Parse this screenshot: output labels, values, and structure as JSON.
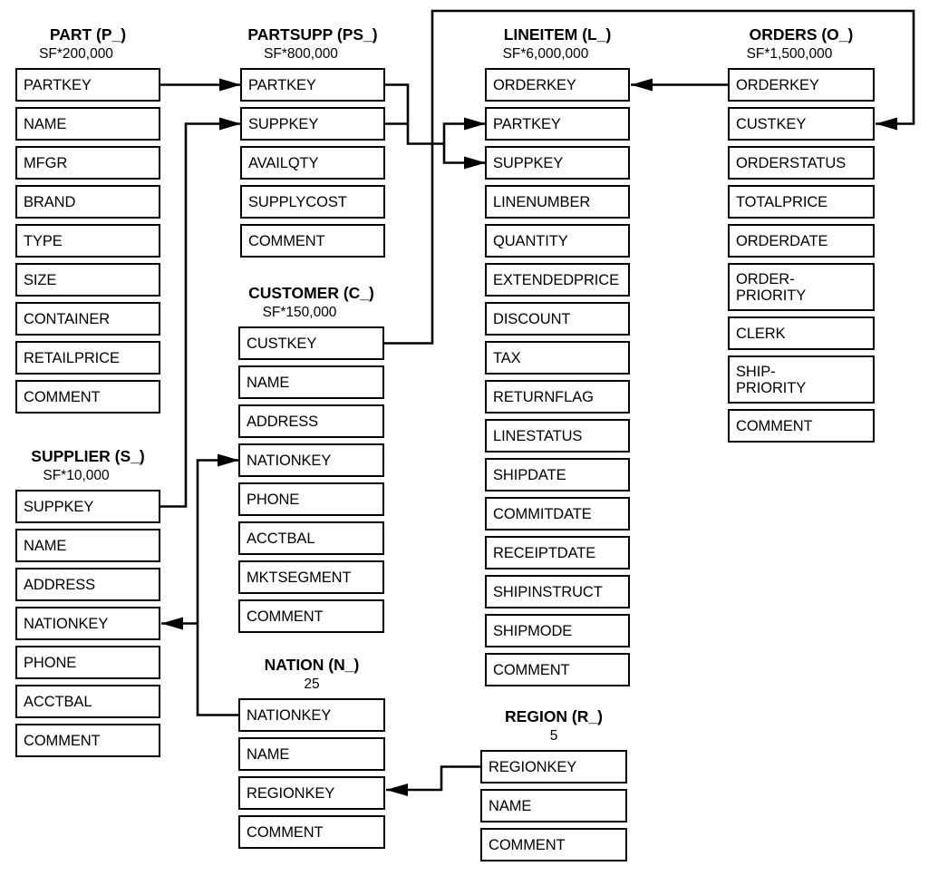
{
  "diagram": {
    "type": "entity-relationship-schema",
    "colors": {
      "line": "#000000",
      "background": "#ffffff",
      "text": "#000000"
    },
    "tables": [
      {
        "name": "PART (P_)",
        "cardinality": "SF*200,000",
        "columns": [
          "PARTKEY",
          "NAME",
          "MFGR",
          "BRAND",
          "TYPE",
          "SIZE",
          "CONTAINER",
          "RETAILPRICE",
          "COMMENT"
        ]
      },
      {
        "name": "PARTSUPP (PS_)",
        "cardinality": "SF*800,000",
        "columns": [
          "PARTKEY",
          "SUPPKEY",
          "AVAILQTY",
          "SUPPLYCOST",
          "COMMENT"
        ]
      },
      {
        "name": "LINEITEM (L_)",
        "cardinality": "SF*6,000,000",
        "columns": [
          "ORDERKEY",
          "PARTKEY",
          "SUPPKEY",
          "LINENUMBER",
          "QUANTITY",
          "EXTENDEDPRICE",
          "DISCOUNT",
          "TAX",
          "RETURNFLAG",
          "LINESTATUS",
          "SHIPDATE",
          "COMMITDATE",
          "RECEIPTDATE",
          "SHIPINSTRUCT",
          "SHIPMODE",
          "COMMENT"
        ]
      },
      {
        "name": "ORDERS (O_)",
        "cardinality": "SF*1,500,000",
        "columns": [
          "ORDERKEY",
          "CUSTKEY",
          "ORDERSTATUS",
          "TOTALPRICE",
          "ORDERDATE",
          "ORDER-\nPRIORITY",
          "CLERK",
          "SHIP-\nPRIORITY",
          "COMMENT"
        ]
      },
      {
        "name": "CUSTOMER (C_)",
        "cardinality": "SF*150,000",
        "columns": [
          "CUSTKEY",
          "NAME",
          "ADDRESS",
          "NATIONKEY",
          "PHONE",
          "ACCTBAL",
          "MKTSEGMENT",
          "COMMENT"
        ]
      },
      {
        "name": "SUPPLIER (S_)",
        "cardinality": "SF*10,000",
        "columns": [
          "SUPPKEY",
          "NAME",
          "ADDRESS",
          "NATIONKEY",
          "PHONE",
          "ACCTBAL",
          "COMMENT"
        ]
      },
      {
        "name": "NATION (N_)",
        "cardinality": "25",
        "columns": [
          "NATIONKEY",
          "NAME",
          "REGIONKEY",
          "COMMENT"
        ]
      },
      {
        "name": "REGION (R_)",
        "cardinality": "5",
        "columns": [
          "REGIONKEY",
          "NAME",
          "COMMENT"
        ]
      }
    ],
    "relationships": [
      {
        "from": "PART.PARTKEY",
        "to": "PARTSUPP.PARTKEY"
      },
      {
        "from": "SUPPLIER.SUPPKEY",
        "to": "PARTSUPP.SUPPKEY"
      },
      {
        "from": "PARTSUPP.PARTKEY",
        "to": "LINEITEM.PARTKEY"
      },
      {
        "from": "PARTSUPP.SUPPKEY",
        "to": "LINEITEM.SUPPKEY"
      },
      {
        "from": "ORDERS.ORDERKEY",
        "to": "LINEITEM.ORDERKEY"
      },
      {
        "from": "CUSTOMER.CUSTKEY",
        "to": "ORDERS.CUSTKEY"
      },
      {
        "from": "NATION.NATIONKEY",
        "to": "CUSTOMER.NATIONKEY"
      },
      {
        "from": "NATION.NATIONKEY",
        "to": "SUPPLIER.NATIONKEY"
      },
      {
        "from": "REGION.REGIONKEY",
        "to": "NATION.REGIONKEY"
      }
    ]
  }
}
